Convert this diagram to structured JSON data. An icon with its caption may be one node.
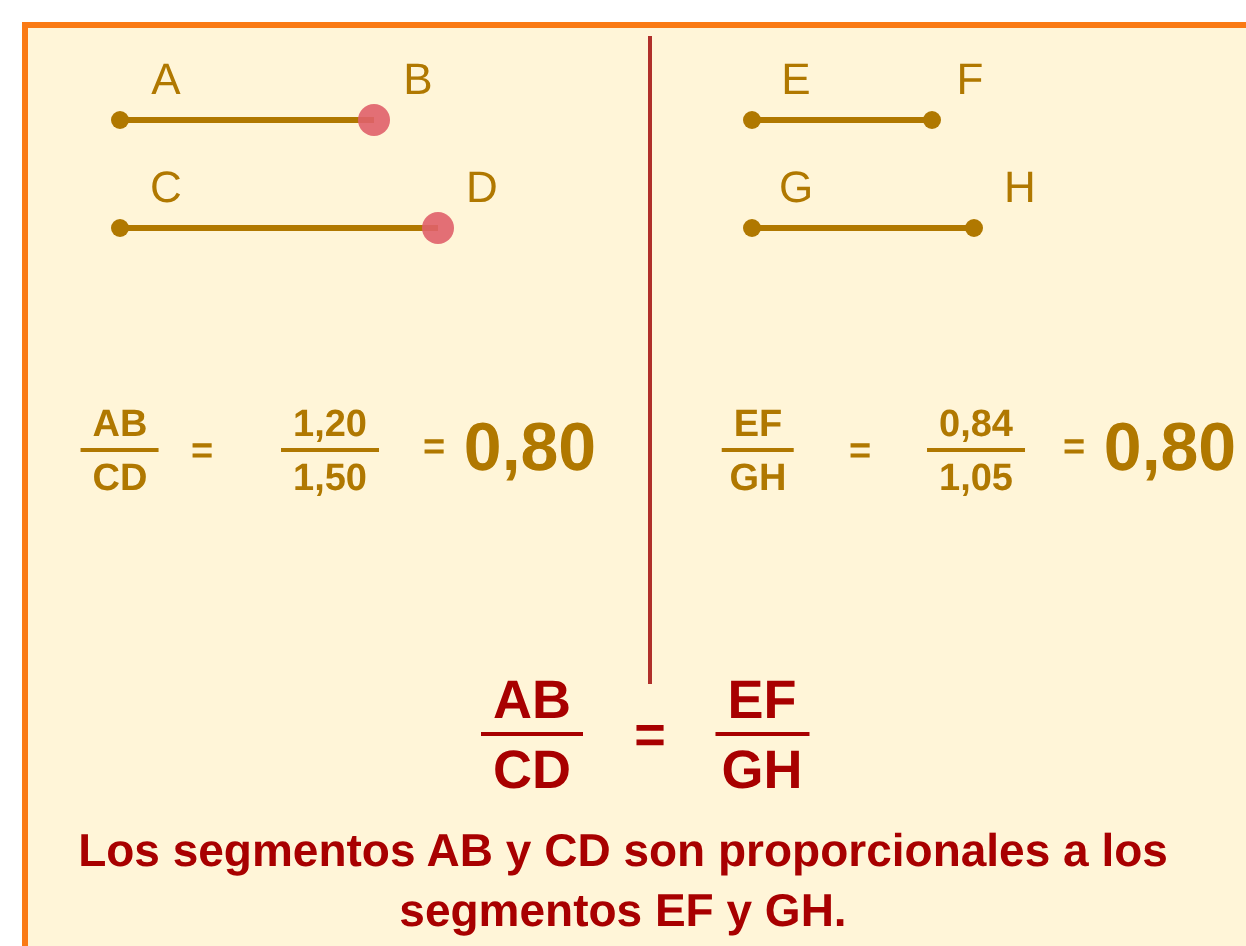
{
  "diagram": {
    "labels": [
      "A",
      "B",
      "E",
      "F",
      "C",
      "D",
      "G",
      "H",
      "AB",
      "CD",
      "=",
      "1,20",
      "1,50",
      "=",
      "0,80",
      "EF",
      "GH",
      "=",
      "0,84",
      "1,05",
      "=",
      "0,80",
      "AB",
      "CD",
      "=",
      "EF",
      "GH",
      "Los segmentos AB y CD son proporcionales a los segmentos EF y GH."
    ]
  }
}
